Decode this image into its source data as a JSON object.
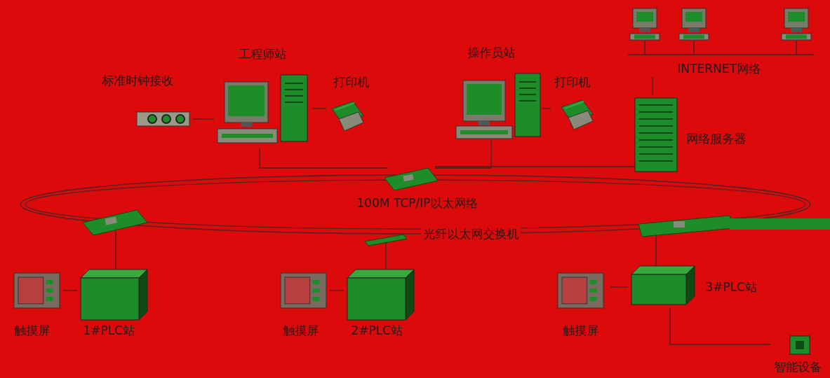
{
  "diagram": {
    "nodes": [
      {
        "text": [
          "标准时钟接收"
        ]
      },
      {
        "text": [
          "工程师站"
        ]
      },
      {
        "text": [
          "打印机"
        ]
      },
      {
        "text": [
          "操作员站"
        ]
      },
      {
        "text": [
          "打印机"
        ]
      },
      {
        "text": [
          "INTERNET网络"
        ]
      },
      {
        "text": [
          "网络服务器"
        ]
      },
      {
        "text": [
          "触摸屏"
        ]
      },
      {
        "text": [
          "1#PLC站"
        ]
      },
      {
        "text": [
          "触摸屏"
        ]
      },
      {
        "text": [
          "2#PLC站"
        ]
      },
      {
        "text": [
          "触摸屏"
        ]
      },
      {
        "text": [
          "3#PLC站"
        ]
      },
      {
        "text": [
          "智能设备"
        ]
      }
    ],
    "edges": [
      {
        "from": 0,
        "to": 1,
        "arrow": "none"
      },
      {
        "from": 1,
        "to": 2,
        "arrow": "none"
      },
      {
        "from": 3,
        "to": 4,
        "arrow": "none"
      },
      {
        "from": 5,
        "to": 6,
        "arrow": "none"
      },
      {
        "from": 7,
        "to": 8,
        "arrow": "none"
      },
      {
        "from": 9,
        "to": 10,
        "arrow": "none"
      },
      {
        "from": 11,
        "to": 12,
        "arrow": "none"
      },
      {
        "from": 12,
        "to": 13,
        "arrow": "none"
      }
    ],
    "labels": [
      "100M TCP/IP以太网络",
      "光纤以太网交换机"
    ]
  }
}
